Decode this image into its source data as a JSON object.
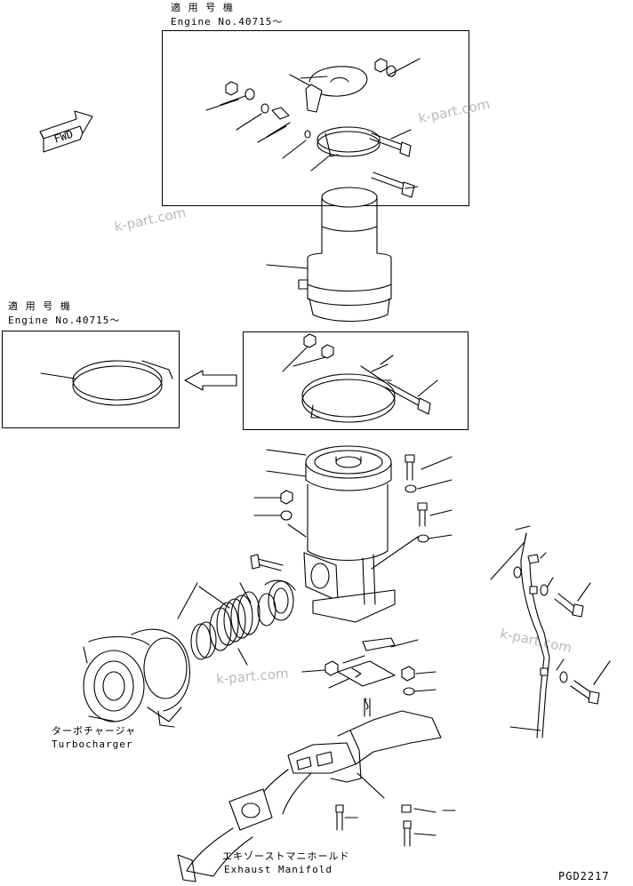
{
  "applicability": {
    "label_ja": "適 用 号 機",
    "engine_no": "Engine No.40715～"
  },
  "fwd_label": "FWD",
  "watermark": "k-part.com",
  "turbocharger": {
    "ja": "ターボチャージャ",
    "en": "Turbocharger"
  },
  "exhaust_manifold": {
    "ja": "エキゾーストマニホールド",
    "en": "Exhaust Manifold"
  },
  "drawing_code": "PGD2217"
}
